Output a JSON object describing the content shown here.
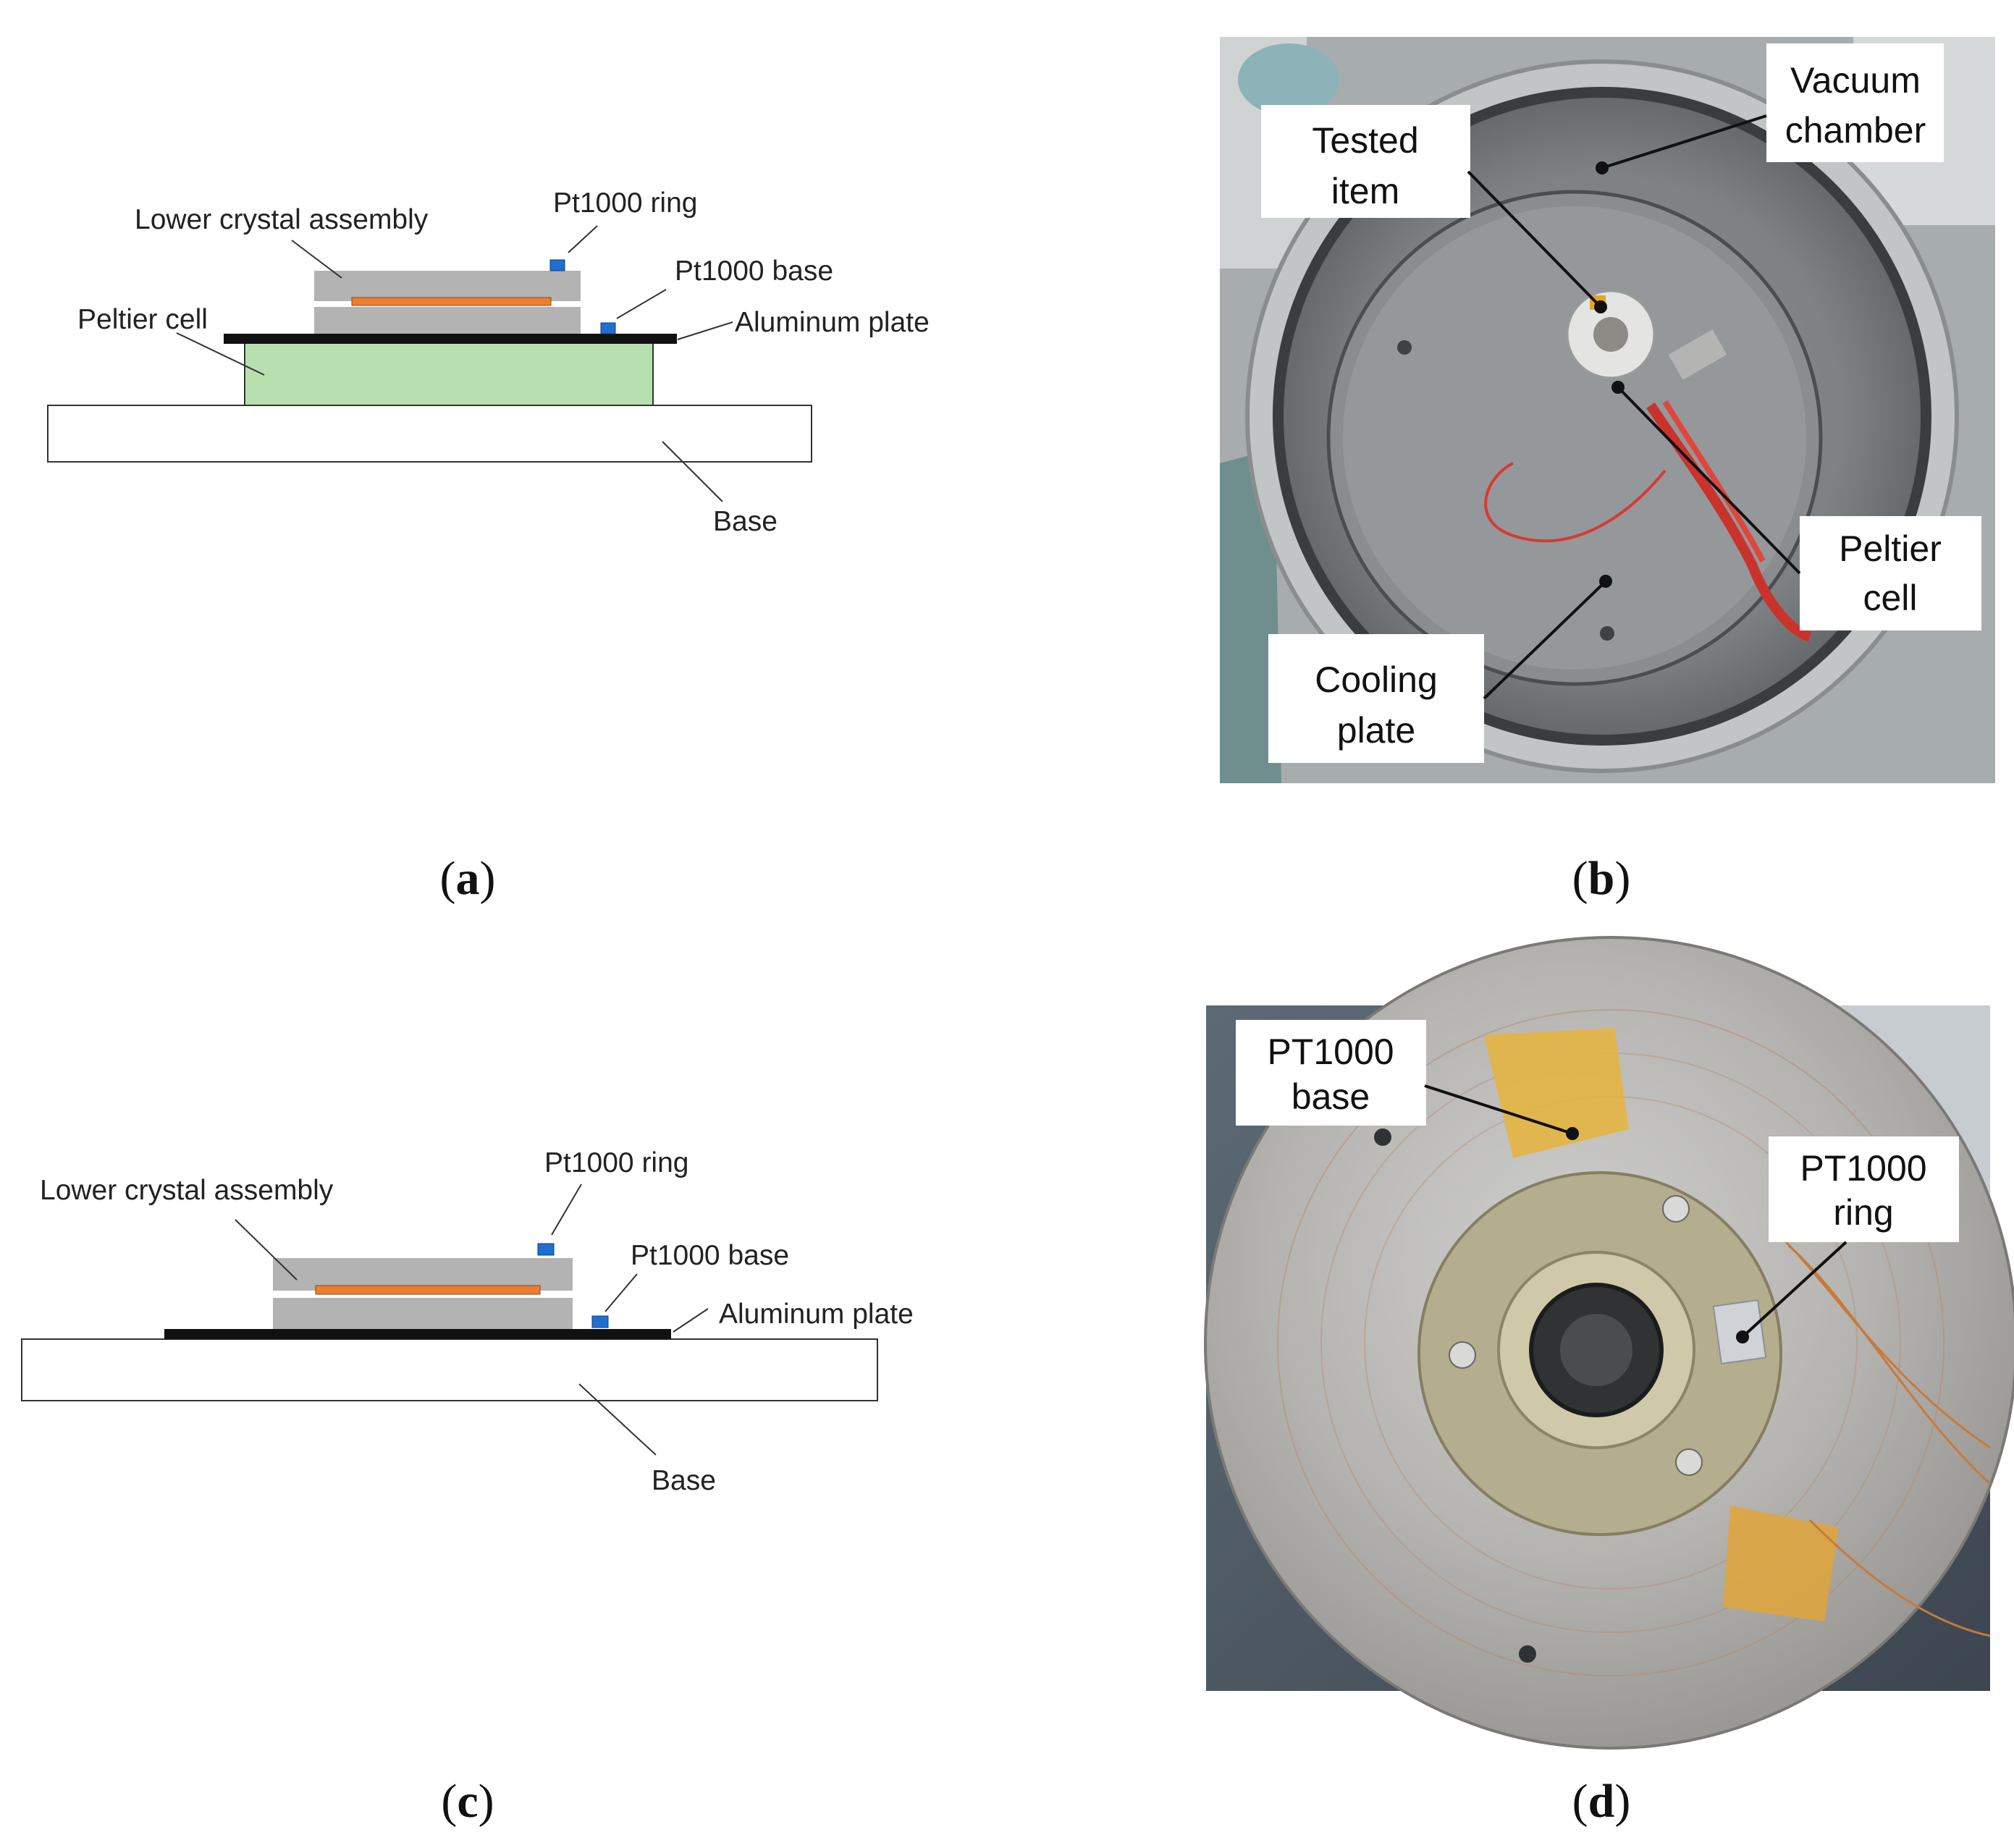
{
  "panels": {
    "a": {
      "letter": "a",
      "labels": {
        "lower_crystal_assembly": "Lower crystal assembly",
        "pt1000_ring": "Pt1000 ring",
        "pt1000_base": "Pt1000 base",
        "peltier_cell": "Peltier cell",
        "aluminum_plate": "Aluminum plate",
        "base": "Base"
      }
    },
    "b": {
      "letter": "b",
      "labels": {
        "vacuum_chamber_1": "Vacuum",
        "vacuum_chamber_2": "chamber",
        "tested_item_1": "Tested",
        "tested_item_2": "item",
        "peltier_cell_1": "Peltier",
        "peltier_cell_2": "cell",
        "cooling_plate_1": "Cooling",
        "cooling_plate_2": "plate"
      }
    },
    "c": {
      "letter": "c",
      "labels": {
        "lower_crystal_assembly": "Lower crystal assembly",
        "pt1000_ring": "Pt1000 ring",
        "pt1000_base": "Pt1000 base",
        "aluminum_plate": "Aluminum plate",
        "base": "Base"
      }
    },
    "d": {
      "letter": "d",
      "labels": {
        "pt1000_base_1": "PT1000",
        "pt1000_base_2": "base",
        "pt1000_ring_1": "PT1000",
        "pt1000_ring_2": "ring"
      }
    }
  },
  "colors": {
    "crystal_gray": "#b3b3b3",
    "crystal_orange": "#ed7d31",
    "sensor_blue": "#1f6fd1",
    "peltier_green": "#b7dfb0",
    "plate_black": "#111111"
  }
}
